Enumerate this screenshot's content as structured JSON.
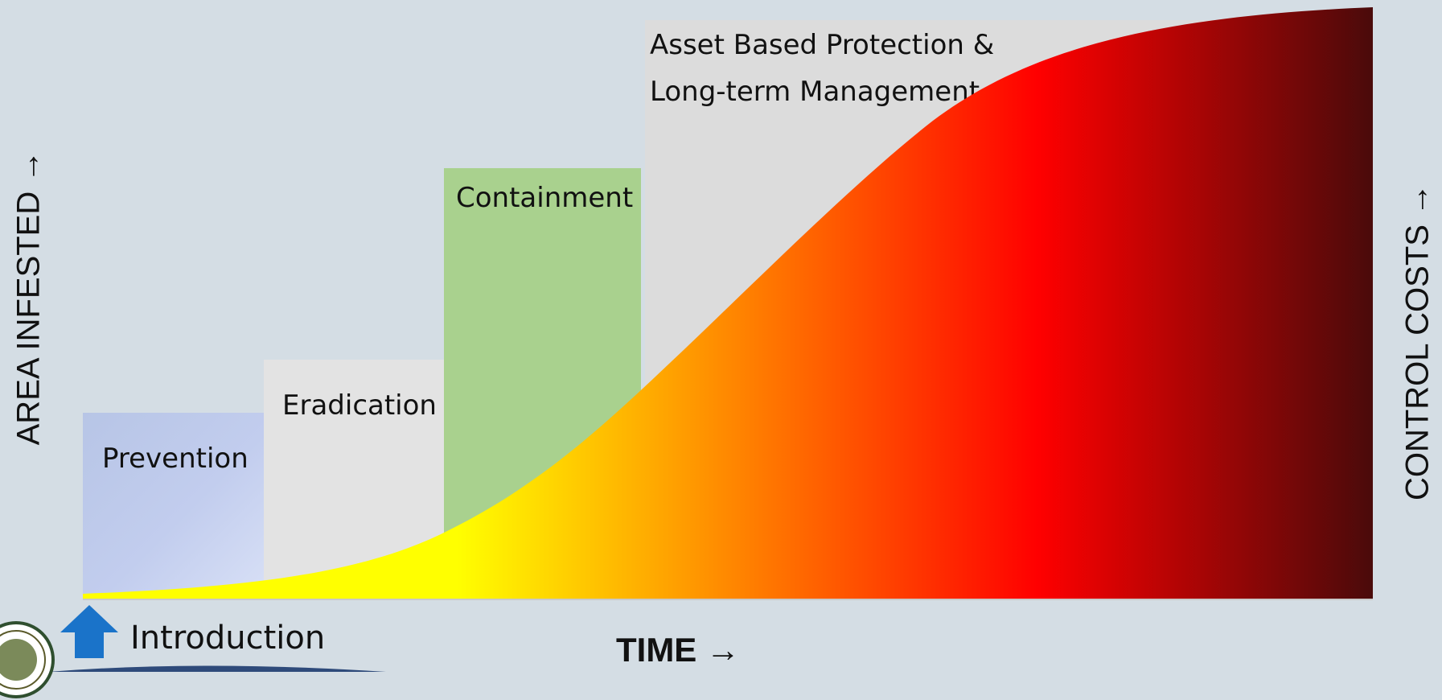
{
  "stages": [
    {
      "key": "prevention",
      "label": "Prevention"
    },
    {
      "key": "eradication",
      "label": "Eradication"
    },
    {
      "key": "containment",
      "label": "Containment"
    },
    {
      "key": "asset",
      "label_line1": "Asset Based Protection &",
      "label_line2": "Long-term Management"
    }
  ],
  "axes": {
    "left": "AREA INFESTED →",
    "right": "CONTROL COSTS →",
    "bottom": "TIME →"
  },
  "introduction": {
    "label": "Introduction",
    "icon": "up-arrow-icon",
    "color": "#1a73c9"
  },
  "curve": {
    "gradient": [
      "#ffff00",
      "#ffa500",
      "#ff0000",
      "#4a0a0a"
    ]
  },
  "logo": {
    "icon": "agency-seal-icon"
  }
}
